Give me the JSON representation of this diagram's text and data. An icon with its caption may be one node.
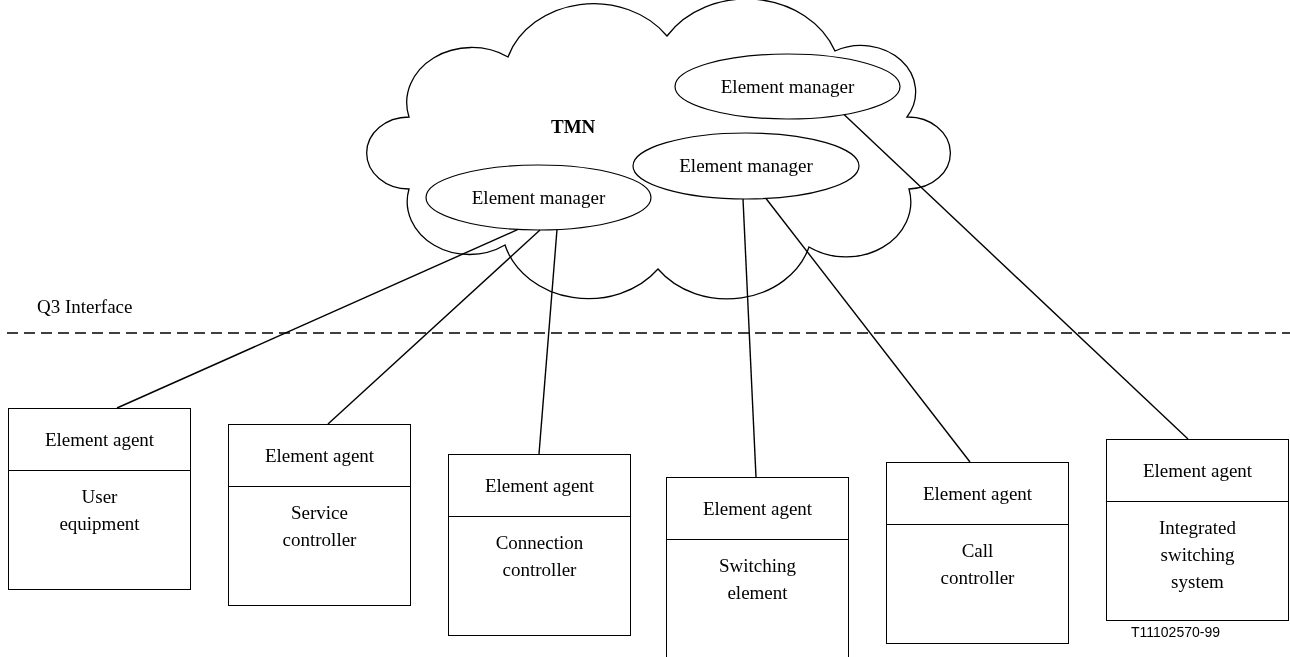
{
  "diagram": {
    "nodes": [
      {
        "text": [
          "TMN"
        ]
      },
      {
        "text": [
          "Element manager"
        ],
        "in": 0
      },
      {
        "text": [
          "Element manager"
        ],
        "in": 0
      },
      {
        "text": [
          "Element manager"
        ],
        "in": 0
      },
      {
        "text": [
          "Element agent",
          "User equipment"
        ]
      },
      {
        "text": [
          "Element agent",
          "Service controller"
        ]
      },
      {
        "text": [
          "Element agent",
          "Connection controller"
        ]
      },
      {
        "text": [
          "Element agent",
          "Switching element"
        ]
      },
      {
        "text": [
          "Element agent",
          "Call controller"
        ]
      },
      {
        "text": [
          "Element agent",
          "Integrated switching system"
        ]
      }
    ],
    "edges": [
      {
        "from": 3,
        "to": 4,
        "arrow": "none"
      },
      {
        "from": 3,
        "to": 5,
        "arrow": "none"
      },
      {
        "from": 3,
        "to": 6,
        "arrow": "none"
      },
      {
        "from": 2,
        "to": 7,
        "arrow": "none"
      },
      {
        "from": 2,
        "to": 8,
        "arrow": "none"
      },
      {
        "from": 1,
        "to": 9,
        "arrow": "none"
      }
    ],
    "labels": [
      "Q3 Interface",
      "T11102570-99"
    ]
  }
}
